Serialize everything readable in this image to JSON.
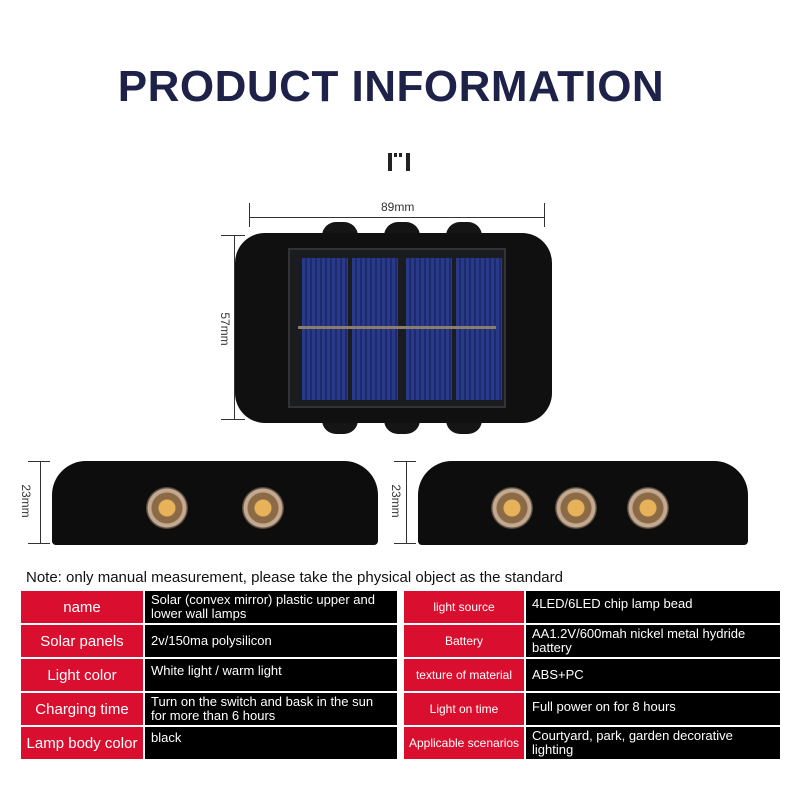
{
  "title": "PRODUCT INFORMATION",
  "dimensions": {
    "width": "89mm",
    "height": "57mm",
    "side_left": "23mm",
    "side_right": "23mm"
  },
  "note": "Note: only manual measurement, please take the physical object as the standard",
  "specs_left": [
    {
      "label": "name",
      "value": "Solar (convex mirror) plastic upper and lower wall lamps"
    },
    {
      "label": "Solar panels",
      "value": "2v/150ma polysilicon"
    },
    {
      "label": "Light color",
      "value": "White light / warm light"
    },
    {
      "label": "Charging time",
      "value": "Turn on the switch and bask in the sun for more than 6 hours"
    },
    {
      "label": "Lamp body color",
      "value": "black"
    }
  ],
  "specs_right": [
    {
      "label": "light source",
      "value": "4LED/6LED chip lamp bead"
    },
    {
      "label": "Battery",
      "value": "AA1.2V/600mah nickel metal hydride battery"
    },
    {
      "label": "texture of material",
      "value": "ABS+PC"
    },
    {
      "label": "Light on time",
      "value": "Full power on for 8 hours"
    },
    {
      "label": "Applicable scenarios",
      "value": "Courtyard, park, garden decorative lighting"
    }
  ],
  "colors": {
    "title": "#1e2148",
    "label_bg": "#da0f2f",
    "value_bg": "#000000"
  }
}
